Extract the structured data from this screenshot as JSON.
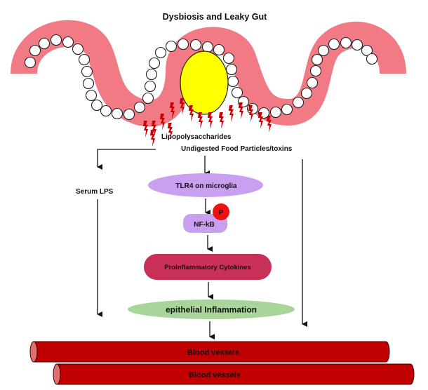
{
  "title": "Dysbiosis and Leaky  Gut",
  "labels": {
    "lps": "Lipopolysaccharides",
    "food": "Undigested Food Particles/toxins",
    "serum_lps": "Serum LPS",
    "tlr4": "TLR4 on microglia",
    "nfkb": "NF-kB",
    "phospho": "P",
    "cytokines": "Proinflammatory Cytokines",
    "inflammation": "epithelial Inflammation",
    "vessel_1": "Blood vessels",
    "vessel_2": "Blood vessels"
  },
  "colors": {
    "gut_wall": "#f27a85",
    "villus_cell": "#ffffff",
    "bacteria_blob": "#ffff00",
    "lightning": "#cc0000",
    "tlr4_fill": "#c9a0f0",
    "nfkb_fill": "#c9a0f0",
    "phospho_fill": "#ee1111",
    "cytokines_fill": "#c8305a",
    "inflammation_fill": "#a9d49a",
    "vessel_fill": "#c00000",
    "vessel_end": "#e07070"
  }
}
